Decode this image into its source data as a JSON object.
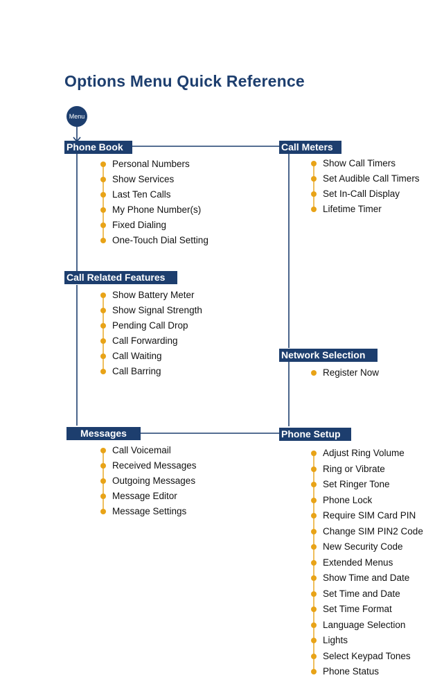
{
  "title": "Options Menu Quick Reference",
  "menu_node": "Menu",
  "colors": {
    "navy": "#1d3e6e",
    "bullet": "#e8a317"
  },
  "sections": {
    "phone_book": {
      "label": "Phone Book",
      "items": [
        "Personal Numbers",
        "Show Services",
        "Last Ten Calls",
        "My Phone Number(s)",
        "Fixed Dialing",
        "One-Touch Dial Setting"
      ]
    },
    "call_related": {
      "label": "Call Related Features",
      "items": [
        "Show Battery Meter",
        "Show Signal Strength",
        "Pending Call Drop",
        "Call Forwarding",
        "Call Waiting",
        "Call Barring"
      ]
    },
    "messages": {
      "label": "Messages",
      "items": [
        "Call Voicemail",
        "Received Messages",
        "Outgoing Messages",
        "Message Editor",
        "Message Settings"
      ]
    },
    "call_meters": {
      "label": "Call Meters",
      "items": [
        "Show Call Timers",
        "Set Audible Call Timers",
        "Set In-Call Display",
        "Lifetime Timer"
      ]
    },
    "network_selection": {
      "label": "Network Selection",
      "items": [
        "Register Now"
      ]
    },
    "phone_setup": {
      "label": "Phone Setup",
      "items": [
        "Adjust Ring Volume",
        "Ring or Vibrate",
        "Set Ringer Tone",
        "Phone Lock",
        "Require SIM Card PIN",
        "Change SIM PIN2 Code",
        "New Security Code",
        "Extended Menus",
        "Show Time and Date",
        "Set Time and Date",
        "Set Time Format",
        "Language Selection",
        "Lights",
        "Select Keypad Tones",
        "Phone Status"
      ]
    }
  }
}
